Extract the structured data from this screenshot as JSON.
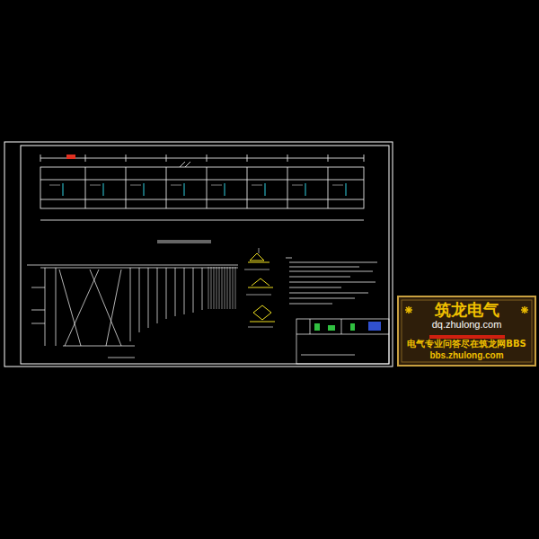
{
  "diagram": {
    "nodes": [
      {
        "text": [
          "筑龙电气",
          "dq.zhulong.com",
          "电气专业问答尽在筑龙网BBS",
          "bbs.zhulong.com"
        ]
      }
    ]
  }
}
